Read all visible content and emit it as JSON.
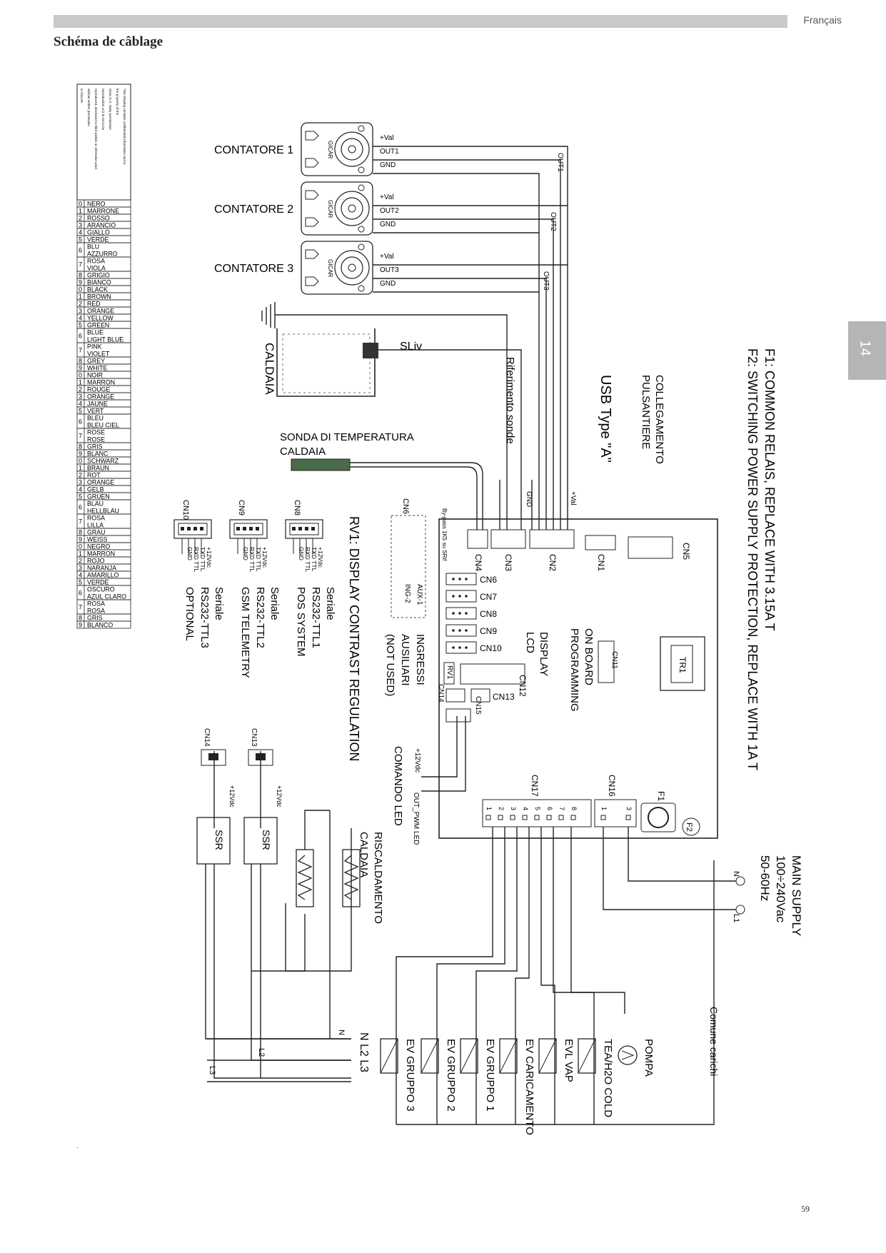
{
  "header": {
    "language": "Français",
    "title": "Schéma de câblage",
    "section_tab": "14",
    "page_number": "59",
    "footnote_mark": "."
  },
  "color_table": {
    "disclaimer": [
      "This drawing contains confidential information and is",
      "the property of the",
      "Gicar S.r.l. Dairy pernsission",
      "reproduction or it is not to be",
      "reproduced, disclosed to third parties or otherwise used",
      "without written permission",
      "to GICAR."
    ],
    "rows": [
      {
        "n": "0",
        "names": [
          "NERO"
        ]
      },
      {
        "n": "1",
        "names": [
          "MARRONE"
        ]
      },
      {
        "n": "2",
        "names": [
          "ROSSO"
        ]
      },
      {
        "n": "3",
        "names": [
          "ARANCIO"
        ]
      },
      {
        "n": "4",
        "names": [
          "GIALLO"
        ]
      },
      {
        "n": "5",
        "names": [
          "VERDE"
        ]
      },
      {
        "n": "6",
        "names": [
          "BLU",
          "AZZURRO"
        ]
      },
      {
        "n": "7",
        "names": [
          "ROSA",
          "VIOLA"
        ]
      },
      {
        "n": "8",
        "names": [
          "GRIGIO"
        ]
      },
      {
        "n": "9",
        "names": [
          "BIANCO"
        ]
      },
      {
        "n": "0",
        "names": [
          "BLACK"
        ]
      },
      {
        "n": "1",
        "names": [
          "BROWN"
        ]
      },
      {
        "n": "2",
        "names": [
          "RED"
        ]
      },
      {
        "n": "3",
        "names": [
          "ORANGE"
        ]
      },
      {
        "n": "4",
        "names": [
          "YELLOW"
        ]
      },
      {
        "n": "5",
        "names": [
          "GREEN"
        ]
      },
      {
        "n": "6",
        "names": [
          "BLUE",
          "LIGHT BLUE"
        ]
      },
      {
        "n": "7",
        "names": [
          "PINK",
          "VIOLET"
        ]
      },
      {
        "n": "8",
        "names": [
          "GREY"
        ]
      },
      {
        "n": "9",
        "names": [
          "WHITE"
        ]
      },
      {
        "n": "0",
        "names": [
          "NOIR"
        ]
      },
      {
        "n": "1",
        "names": [
          "MARRON"
        ]
      },
      {
        "n": "2",
        "names": [
          "ROUGE"
        ]
      },
      {
        "n": "3",
        "names": [
          "ORANGE"
        ]
      },
      {
        "n": "4",
        "names": [
          "JAUNE"
        ]
      },
      {
        "n": "5",
        "names": [
          "VERT"
        ]
      },
      {
        "n": "6",
        "names": [
          "BLEU",
          "BLEU CIEL"
        ]
      },
      {
        "n": "7",
        "names": [
          "ROSE",
          "ROSE"
        ]
      },
      {
        "n": "8",
        "names": [
          "GRIS"
        ]
      },
      {
        "n": "9",
        "names": [
          "BLANC"
        ]
      },
      {
        "n": "0",
        "names": [
          "SCHWARZ"
        ]
      },
      {
        "n": "1",
        "names": [
          "BRAUN"
        ]
      },
      {
        "n": "2",
        "names": [
          "ROT"
        ]
      },
      {
        "n": "3",
        "names": [
          "ORANGE"
        ]
      },
      {
        "n": "4",
        "names": [
          "GELB"
        ]
      },
      {
        "n": "5",
        "names": [
          "GRUEN"
        ]
      },
      {
        "n": "6",
        "names": [
          "BLAU",
          "HELLBLAU"
        ]
      },
      {
        "n": "7",
        "names": [
          "ROSA",
          "LILLA"
        ]
      },
      {
        "n": "8",
        "names": [
          "GRAU"
        ]
      },
      {
        "n": "9",
        "names": [
          "WEISS"
        ]
      },
      {
        "n": "0",
        "names": [
          "NEGRO"
        ]
      },
      {
        "n": "1",
        "names": [
          "MARRON"
        ]
      },
      {
        "n": "2",
        "names": [
          "ROJO"
        ]
      },
      {
        "n": "3",
        "names": [
          "NARANJA"
        ]
      },
      {
        "n": "4",
        "names": [
          "AMARILLO"
        ]
      },
      {
        "n": "5",
        "names": [
          "VERDE"
        ]
      },
      {
        "n": "6",
        "names": [
          "OSCURO",
          "AZUL CLARO"
        ]
      },
      {
        "n": "7",
        "names": [
          "ROSA",
          "ROSA"
        ]
      },
      {
        "n": "8",
        "names": [
          "GRIS"
        ]
      },
      {
        "n": "9",
        "names": [
          "BLANCO"
        ]
      }
    ]
  },
  "counters": [
    {
      "label": "CONTATORE 1",
      "val": "+Val",
      "out": "OUT1",
      "gnd": "GND",
      "brand": "GICAR"
    },
    {
      "label": "CONTATORE 2",
      "val": "+Val",
      "out": "OUT2",
      "gnd": "GND",
      "brand": "GICAR"
    },
    {
      "label": "CONTATORE 3",
      "val": "+Val",
      "out": "OUT3",
      "gnd": "GND",
      "brand": "GICAR"
    }
  ],
  "boiler": {
    "label": "CALDAIA",
    "probe": "SLiv"
  },
  "temp_probe": {
    "line1": "SONDA DI TEMPERATURA",
    "line2": "CALDAIA"
  },
  "vertical_texts": {
    "fuse_note1": "F1: COMMON RELAIS, REPLACE WITH 3.15A T",
    "fuse_note2": "F2: SWITCHING POWER SUPPLY PROTECTION, REPLACE WITH 1A T",
    "collegamento1": "COLLEGAMENTO",
    "collegamento2": "PULSANTIERE",
    "usb": "USB Type \"A\"",
    "riferimento": "Riferimento sonde",
    "gnd": "GND",
    "val": "+Val",
    "rv1": "RV1: DISPLAY CONTRAST REGULATION",
    "ingressi1": "INGRESSI",
    "ingressi2": "AUSILIARI",
    "ingressi3": "(NOT USED)",
    "display1": "DISPLAY",
    "display2": "LCD",
    "onboard1": "ON BOARD",
    "onboard2": "PROGRAMMING",
    "comando": "COMANDO LED",
    "v12": "+12Vdc",
    "out_pwm": "OUT_PWM LED",
    "riscald1": "RISCALDAMENTO",
    "riscald2": "CALDAIA",
    "main1": "MAIN SUPPLY",
    "main2": "100÷240Vac",
    "main3": "50-60Hz",
    "comune": "Comune carichi",
    "bypass": "By-pass 1K5 su SRif",
    "aux1": "AUX-1",
    "ing2": "ING-2"
  },
  "serial_ports": [
    {
      "cn": "CN8",
      "pins": [
        "+12Vdc",
        "TXD TTL",
        "RXD TTL",
        "GND"
      ],
      "l1": "Seriale",
      "l2": "RS232-TTL1",
      "l3": "POS SYSTEM"
    },
    {
      "cn": "CN9",
      "pins": [
        "+12Vdc",
        "TXD TTL",
        "RXD TTL",
        "GND"
      ],
      "l1": "Seriale",
      "l2": "RS232-TTL2",
      "l3": "GSM TELEMETRY"
    },
    {
      "cn": "CN10",
      "pins": [
        "+12Vdc",
        "TXD TTL",
        "RXD TTL",
        "GND"
      ],
      "l1": "Seriale",
      "l2": "RS232-TTL3",
      "l3": "OPTIONAL"
    }
  ],
  "board": {
    "top_connectors": [
      "CN5",
      "CN1",
      "CN2",
      "CN3",
      "CN4",
      "CN6"
    ],
    "side_connectors": [
      "CN6",
      "CN7",
      "CN8",
      "CN9",
      "CN10",
      "CN11",
      "CN12",
      "CN13",
      "CN14",
      "CN15",
      "RV1"
    ],
    "tr": "TR1",
    "cn16": "CN16",
    "cn17": "CN17",
    "f1": "F1",
    "f2": "F2",
    "cn17_pins": [
      "1",
      "2",
      "3",
      "4",
      "5",
      "6",
      "7",
      "8"
    ],
    "cn16_pins": [
      "1",
      "3"
    ]
  },
  "ssr": [
    {
      "cn": "CN14",
      "label": "SSR",
      "v": "+12Vdc"
    },
    {
      "cn": "CN13",
      "label": "SSR",
      "v": "+12Vdc"
    }
  ],
  "lines": {
    "N": "N",
    "L2": "L2",
    "L3": "L3",
    "bottom": "N  L2 L3"
  },
  "supply_terms": {
    "N": "N",
    "L1": "L1"
  },
  "loads": [
    "POMPA",
    "TEA/H2O COLD",
    "EVL VAP",
    "EV CARICAMENTO",
    "EV GRUPPO 1",
    "EV GRUPPO 2",
    "EV GRUPPO 3"
  ]
}
